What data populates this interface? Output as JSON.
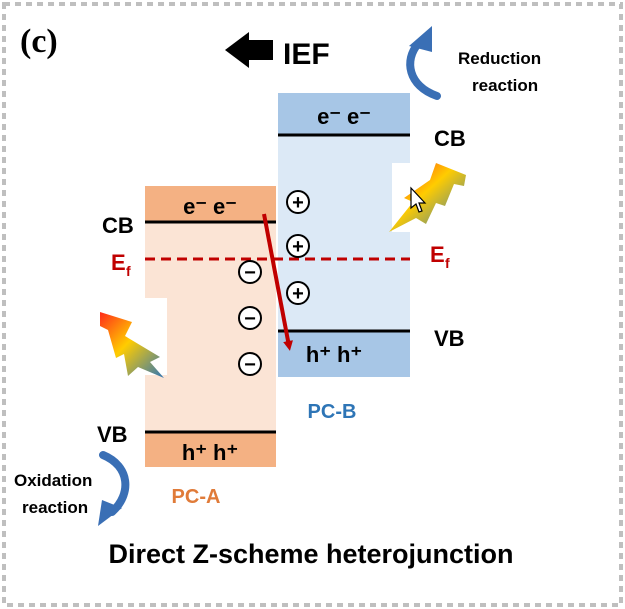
{
  "panel_label": "(c)",
  "ief_label": "IEF",
  "reduction": {
    "line1": "Reduction",
    "line2": "reaction"
  },
  "oxidation": {
    "line1": "Oxidation",
    "line2": "reaction"
  },
  "pc_b": {
    "name": "PC-B",
    "cb_label": "CB",
    "vb_label": "VB",
    "electrons": "e⁻ e⁻",
    "holes": "h⁺ h⁺",
    "charges": [
      "+",
      "+",
      "+"
    ]
  },
  "pc_a": {
    "name": "PC-A",
    "cb_label": "CB",
    "vb_label": "VB",
    "electrons": "e⁻ e⁻",
    "holes": "h⁺ h⁺",
    "charges": [
      "−",
      "−",
      "−"
    ]
  },
  "fermi": {
    "left": "E",
    "right": "E",
    "sub": "f"
  },
  "caption": "Direct Z-scheme heterojunction",
  "colors": {
    "pc_b_band": "#a7c6e6",
    "pc_b_body": "#dce9f6",
    "pc_a_band": "#f4b183",
    "pc_a_body": "#fbe4d5",
    "fermi": "#c00000",
    "arrow": "#c00000",
    "pc_b_text": "#2e75b6",
    "pc_a_text": "#e07b39",
    "curved_arrow": "#3a6fb5",
    "frame": "#bfbfbf"
  },
  "icons": [
    "lightning-icon",
    "mouse-cursor-icon",
    "left-arrow-icon",
    "curved-arrow-icon"
  ]
}
